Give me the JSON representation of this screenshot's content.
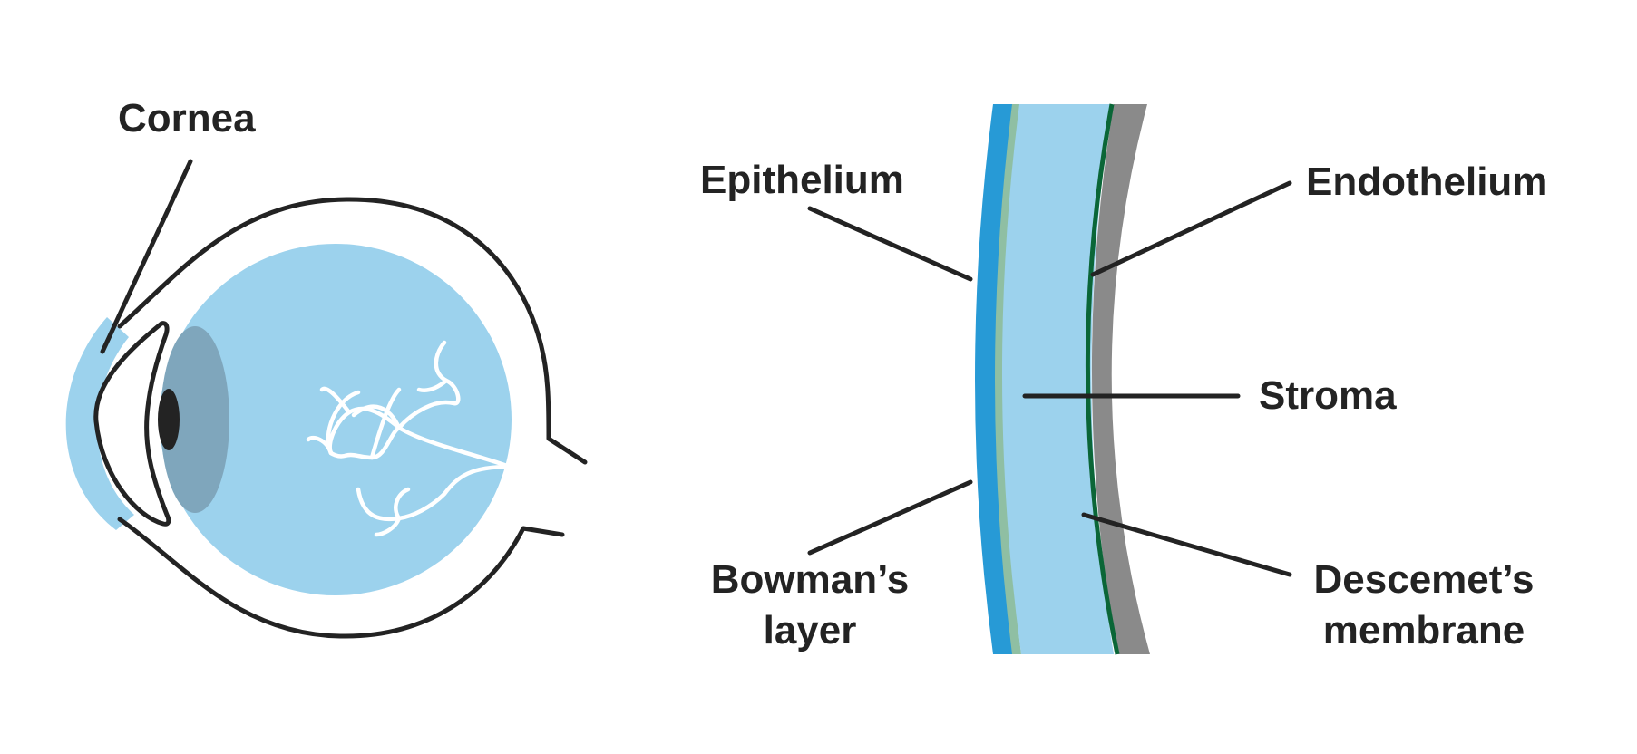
{
  "labels": {
    "cornea": "Cornea",
    "epithelium": "Epithelium",
    "bowmans_line1": "Bowman’s",
    "bowmans_line2": "layer",
    "endothelium": "Endothelium",
    "stroma": "Stroma",
    "descemets_line1": "Descemet’s",
    "descemets_line2": "membrane"
  },
  "colors": {
    "outline": "#232323",
    "vitreous": "#9cd2ed",
    "lens_shadow": "#7fa6bc",
    "epithelium": "#279ad6",
    "bowmans": "#8fbfa3",
    "stroma": "#9cd2ed",
    "descemets": "#0a6637",
    "endothelium": "#8a8a8a",
    "vessels": "#ffffff"
  }
}
